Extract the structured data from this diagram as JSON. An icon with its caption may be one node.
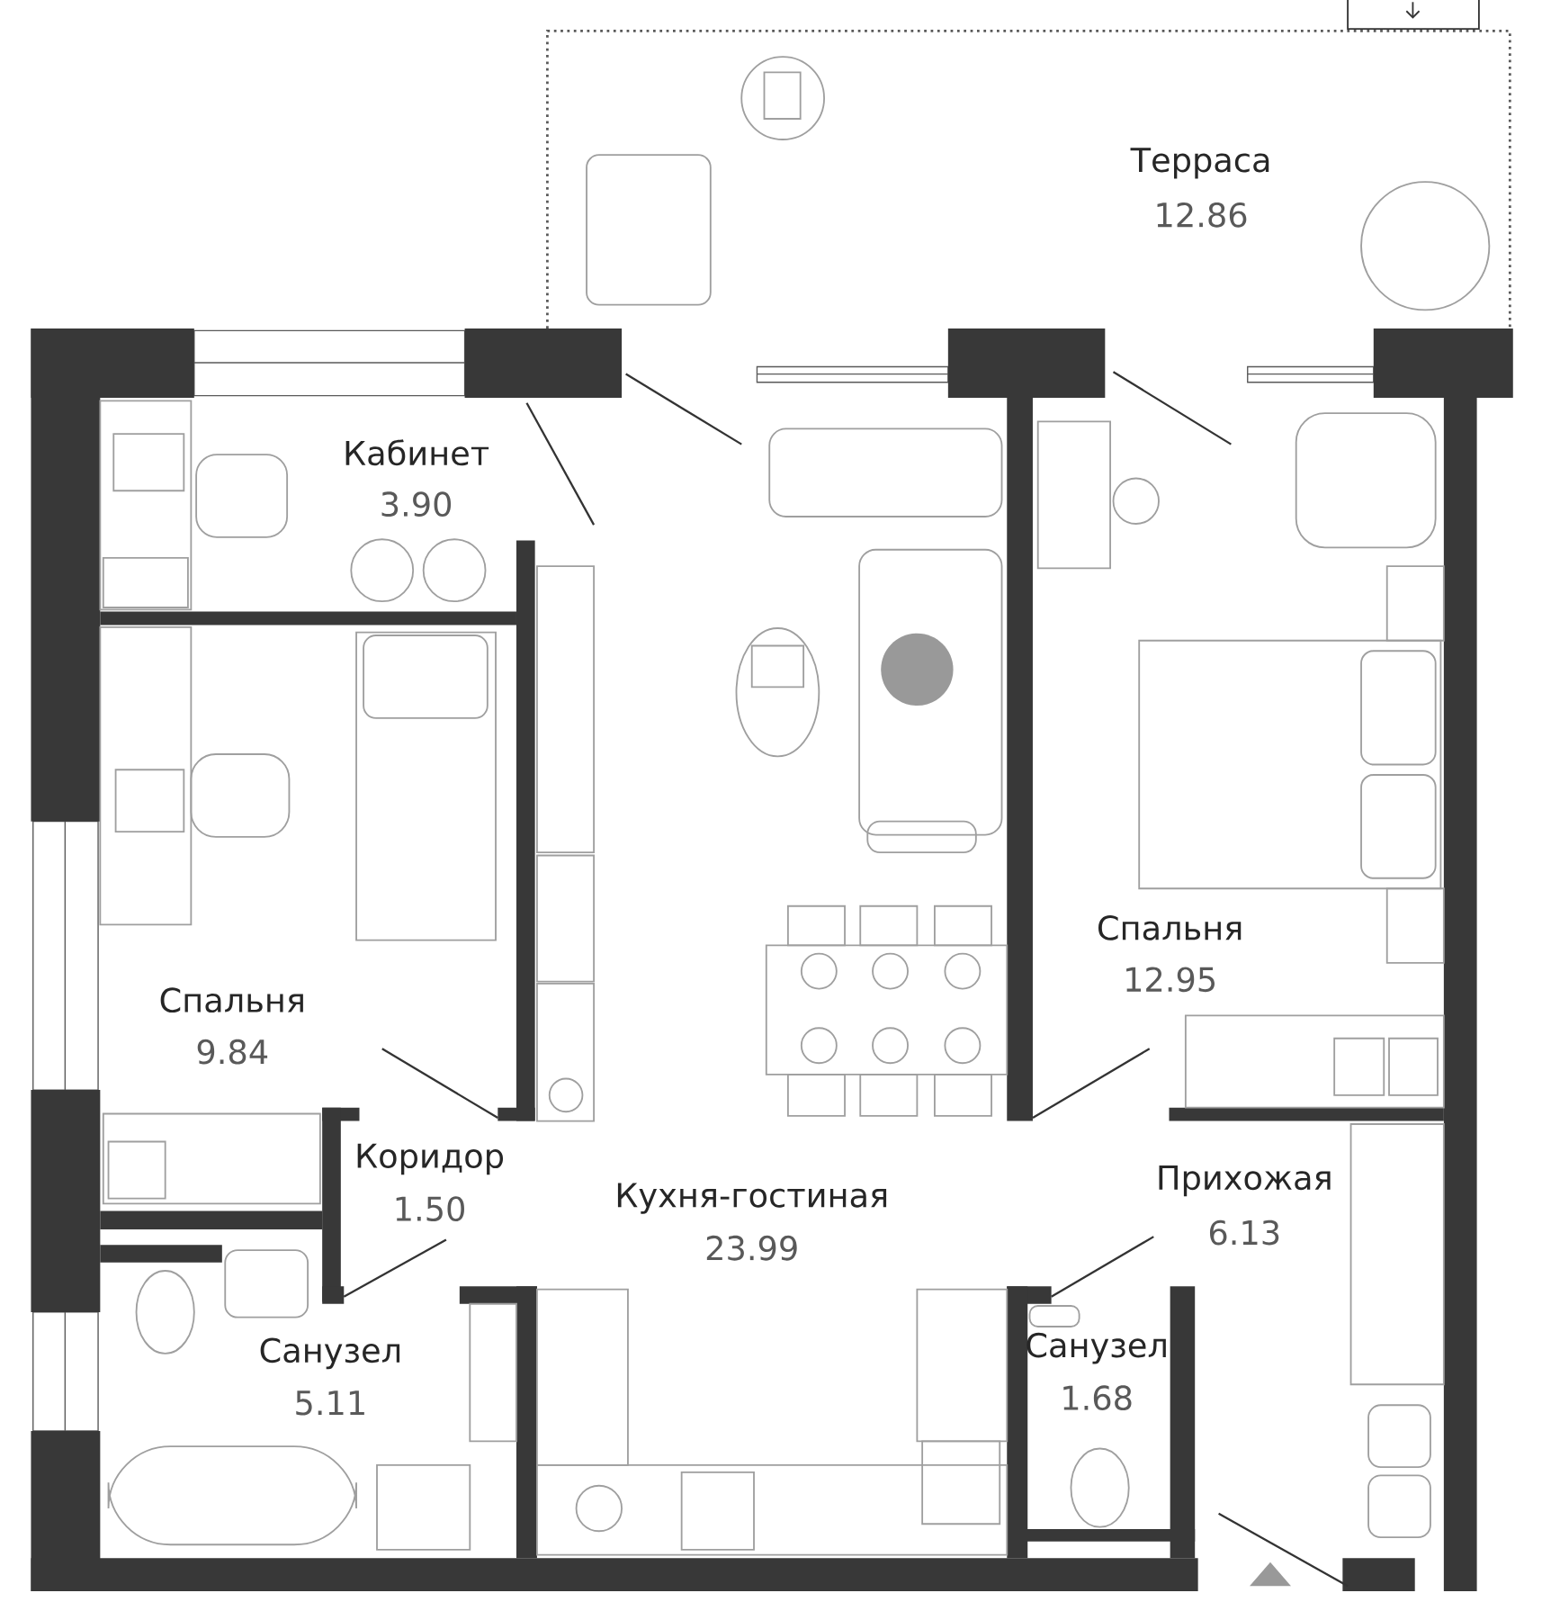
{
  "diagram": {
    "labels": [
      "Терраса",
      "12.86",
      "Кабинет",
      "3.90",
      "Спальня",
      "12.95",
      "Спальня",
      "9.84",
      "Коридор",
      "1.50",
      "Кухня-гостиная",
      "23.99",
      "Прихожая",
      "6.13",
      "Санузел",
      "5.11",
      "Санузел",
      "1.68"
    ]
  }
}
